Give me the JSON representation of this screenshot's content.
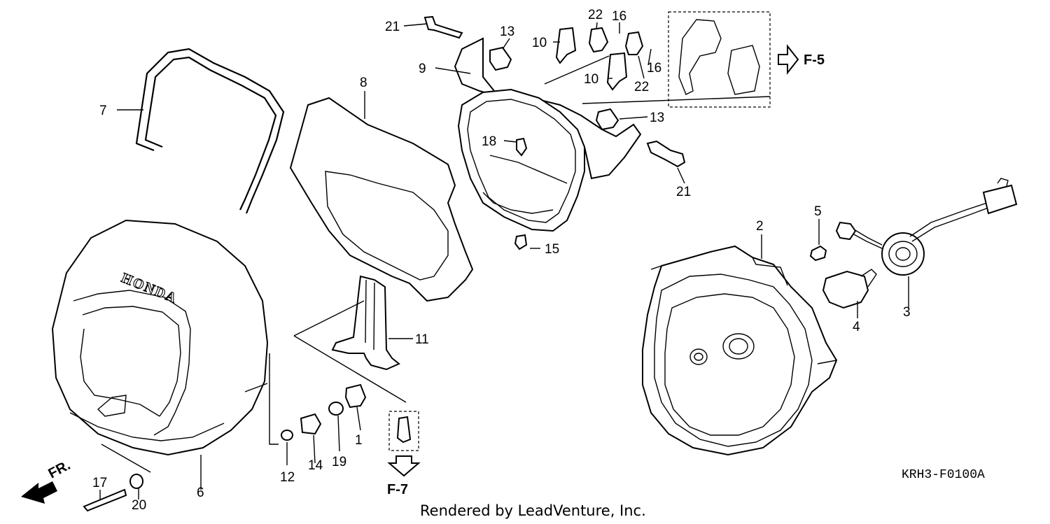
{
  "parts": [
    {
      "id": "1",
      "label": "1"
    },
    {
      "id": "2",
      "label": "2"
    },
    {
      "id": "3",
      "label": "3"
    },
    {
      "id": "4",
      "label": "4"
    },
    {
      "id": "5",
      "label": "5"
    },
    {
      "id": "6",
      "label": "6"
    },
    {
      "id": "7",
      "label": "7"
    },
    {
      "id": "8",
      "label": "8"
    },
    {
      "id": "9",
      "label": "9"
    },
    {
      "id": "10a",
      "label": "10"
    },
    {
      "id": "10b",
      "label": "10"
    },
    {
      "id": "11",
      "label": "11"
    },
    {
      "id": "12",
      "label": "12"
    },
    {
      "id": "13a",
      "label": "13"
    },
    {
      "id": "13b",
      "label": "13"
    },
    {
      "id": "14",
      "label": "14"
    },
    {
      "id": "15",
      "label": "15"
    },
    {
      "id": "16a",
      "label": "16"
    },
    {
      "id": "16b",
      "label": "16"
    },
    {
      "id": "17",
      "label": "17"
    },
    {
      "id": "18",
      "label": "18"
    },
    {
      "id": "19",
      "label": "19"
    },
    {
      "id": "20",
      "label": "20"
    },
    {
      "id": "21a",
      "label": "21"
    },
    {
      "id": "21b",
      "label": "21"
    },
    {
      "id": "22a",
      "label": "22"
    },
    {
      "id": "22b",
      "label": "22"
    }
  ],
  "references": {
    "f5": "F-5",
    "f7": "F-7"
  },
  "direction": "FR.",
  "brand_text": "HONDA",
  "diagram_code": "KRH3-F0100A",
  "footer": "Rendered by LeadVenture, Inc."
}
